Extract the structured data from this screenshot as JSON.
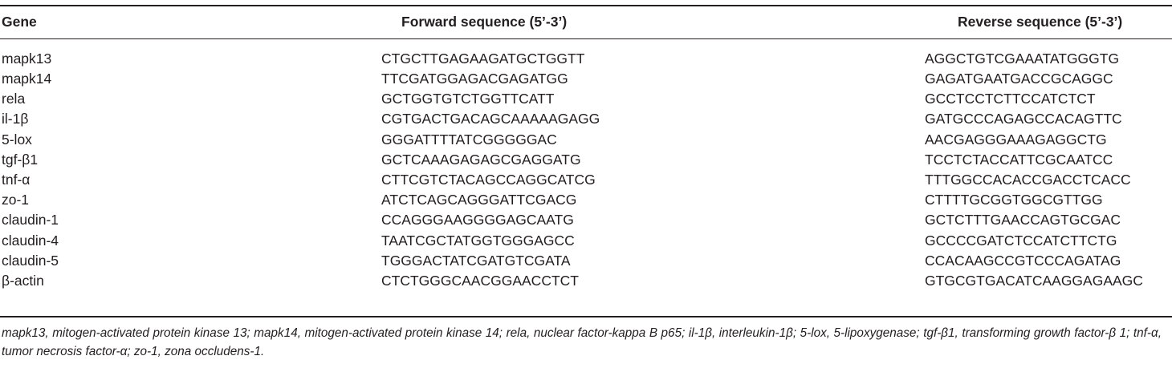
{
  "headers": {
    "gene": "Gene",
    "forward": "Forward sequence (5’-3’)",
    "reverse": "Reverse sequence (5’-3’)"
  },
  "rows": [
    {
      "gene": "mapk13",
      "forward": "CTGCTTGAGAAGATGCTGGTT",
      "reverse": "AGGCTGTCGAAATATGGGTG"
    },
    {
      "gene": "mapk14",
      "forward": "TTCGATGGAGACGAGATGG",
      "reverse": "GAGATGAATGACCGCAGGC"
    },
    {
      "gene": "rela",
      "forward": "GCTGGTGTCTGGTTCATT",
      "reverse": "GCCTCCTCTTCCATCTCT"
    },
    {
      "gene": "il-1β",
      "forward": "CGTGACTGACAGCAAAAAGAGG",
      "reverse": "GATGCCCAGAGCCACAGTTC"
    },
    {
      "gene": "5-lox",
      "forward": "GGGATTTTATCGGGGGAC",
      "reverse": "AACGAGGGAAAGAGGCTG"
    },
    {
      "gene": "tgf-β1",
      "forward": "GCTCAAAGAGAGCGAGGATG",
      "reverse": "TCCTCTACCATTCGCAATCC"
    },
    {
      "gene": "tnf-α",
      "forward": "CTTCGTCTACAGCCAGGCATCG",
      "reverse": "TTTGGCCACACCGACCTCACC"
    },
    {
      "gene": "zo-1",
      "forward": "ATCTCAGCAGGGATTCGACG",
      "reverse": "CTTTTGCGGTGGCGTTGG"
    },
    {
      "gene": "claudin-1",
      "forward": "CCAGGGAAGGGGAGCAATG",
      "reverse": "GCTCTTTGAACCAGTGCGAC"
    },
    {
      "gene": "claudin-4",
      "forward": "TAATCGCTATGGTGGGAGCC",
      "reverse": "GCCCCGATCTCCATCTTCTG"
    },
    {
      "gene": "claudin-5",
      "forward": "TGGGACTATCGATGTCGATA",
      "reverse": "CCACAAGCCGTCCCAGATAG"
    },
    {
      "gene": "β-actin",
      "forward": "CTCTGGGCAACGGAACCTCT",
      "reverse": "GTGCGTGACATCAAGGAGAAGC"
    }
  ],
  "footnote": "mapk13, mitogen-activated protein kinase 13; mapk14, mitogen-activated protein kinase 14; rela, nuclear factor-kappa B p65; il-1β, interleukin-1β; 5-lox, 5-lipoxygenase; tgf-β1, transforming growth factor-β 1; tnf-α, tumor necrosis factor-α; zo-1, zona occludens-1."
}
